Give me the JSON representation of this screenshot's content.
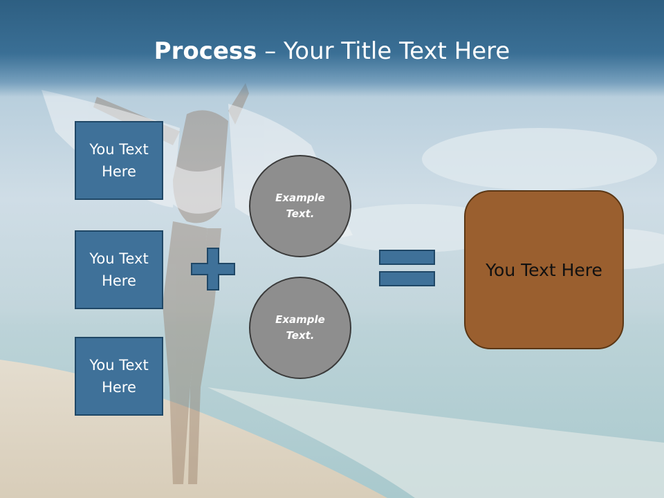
{
  "title": {
    "bold": "Process",
    "dash": " – ",
    "rest": "Your Title Text Here"
  },
  "inputs": [
    {
      "label": "You Text Here"
    },
    {
      "label": "You Text Here"
    },
    {
      "label": "You Text Here"
    }
  ],
  "circles": [
    {
      "label": "Example Text."
    },
    {
      "label": "Example Text."
    }
  ],
  "result": {
    "label": "You Text Here"
  },
  "operators": {
    "plus": "plus-icon",
    "equals": "equals-icon"
  },
  "colors": {
    "header": "#2e5f82",
    "box_fill": "#3f7199",
    "box_border": "#1f4766",
    "circle_fill": "#8e8e8e",
    "result_fill": "#9a5f2f"
  }
}
